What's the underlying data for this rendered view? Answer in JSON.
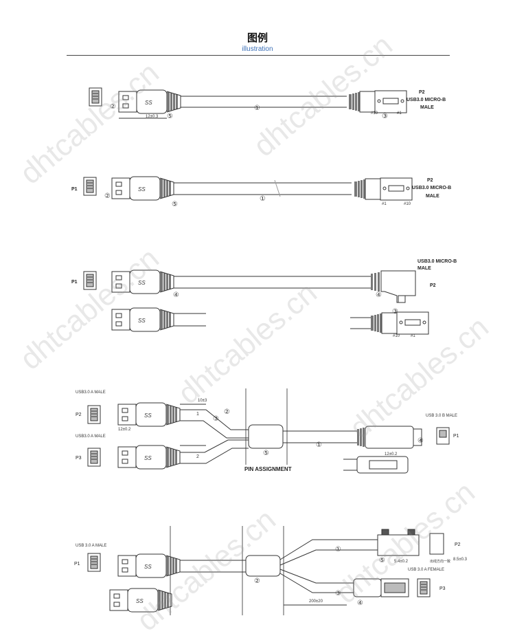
{
  "header": {
    "title": "图例",
    "subtitle": "illustration"
  },
  "watermark": "dhtcables.cn",
  "diagrams": [
    {
      "p2_id": "P2",
      "p2_type": "USB3.0 MICRO-B",
      "p2_gender": "MALE",
      "pin_left": "#10",
      "pin_right": "#1",
      "callout_p1": "②",
      "callout_boot": "⑤",
      "callout_cable": "①",
      "callout_p2": "③",
      "dim": "12±0.3"
    },
    {
      "p1_id": "P1",
      "p2_id": "P2",
      "p2_type": "USB3.0 MICRO-B",
      "p2_gender": "MALE",
      "pin_left": "#1",
      "pin_right": "#10",
      "callout_p1": "②",
      "callout_boot": "⑤",
      "callout_cable": "①"
    },
    {
      "p1_id": "P1",
      "p2_type": "USB3.0 MICRO-B",
      "p2_gender": "MALE",
      "p2_id": "P2",
      "pin_left": "#10",
      "pin_right": "#1",
      "callout_boot": "④",
      "callout_p2a": "④",
      "callout_p2b": "③"
    },
    {
      "p2_label": "USB3.0 A MALE",
      "p3_label": "USB3.0 A MALE",
      "p2_id": "P2",
      "p3_id": "P3",
      "p1_label": "USB 3.0 B MALE",
      "p1_id": "P1",
      "dim_a": "12±0.2",
      "dim_b": "10±3",
      "dim_p1": "12±0.2",
      "branch_1": "1",
      "branch_2": "2",
      "pin_caption": "PIN ASSIGNMENT",
      "c1": "①",
      "c2": "②",
      "c3": "③",
      "c4": "④",
      "c5": "⑤"
    },
    {
      "a_label": "USB 3.0 A MALE",
      "p1_id": "P1",
      "p2_id": "P2",
      "p3_id": "P3",
      "female_label": "USB 3.0 A FEMALE",
      "dim_split": "200±20",
      "dim_screw": "5.4±0.2",
      "dim_side": "8.5±0.3",
      "side_note": "出线方向一致",
      "c1": "①",
      "c2": "②",
      "c3": "③",
      "c4": "④",
      "c5": "⑤"
    }
  ]
}
